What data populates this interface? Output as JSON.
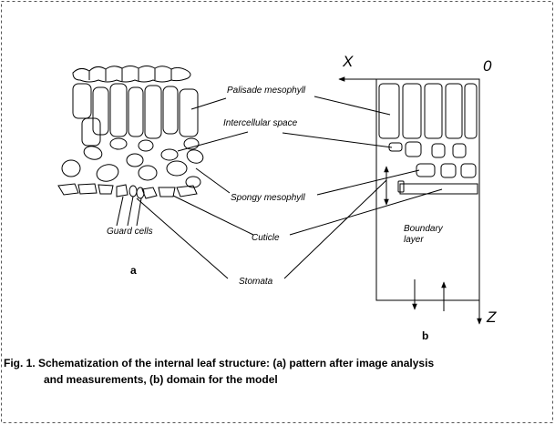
{
  "labels": {
    "palisade": "Palisade mesophyll",
    "intercellular": "Intercellular space",
    "spongy": "Spongy mesophyll",
    "cuticle": "Cuticle",
    "guard_cells": "Guard cells",
    "stomata": "Stomata",
    "boundary_line1": "Boundary",
    "boundary_line2": "layer"
  },
  "axes": {
    "x": "X",
    "origin": "0",
    "z": "Z"
  },
  "panels": {
    "a": "a",
    "b": "b"
  },
  "caption": {
    "line1": "Fig. 1. Schematization of the internal leaf structure: (a) pattern after image analysis",
    "line2": "and measurements, (b)  domain for the model"
  },
  "colors": {
    "stroke": "#000000",
    "background": "#ffffff",
    "frame": "#555555"
  }
}
